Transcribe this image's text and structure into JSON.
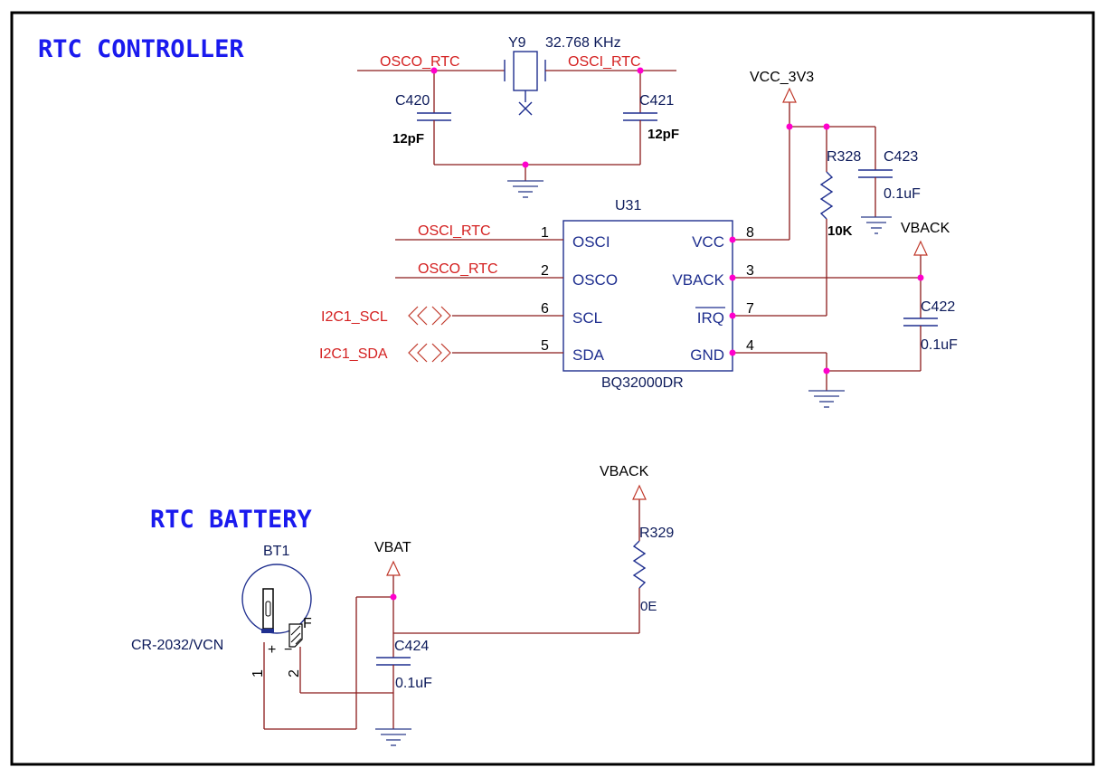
{
  "sections": {
    "controller_title": "RTC CONTROLLER",
    "battery_title": "RTC BATTERY"
  },
  "crystal": {
    "ref": "Y9",
    "value": "32.768 KHz",
    "net_left": "OSCO_RTC",
    "net_right": "OSCI_RTC"
  },
  "caps": {
    "c420": {
      "ref": "C420",
      "value": "12pF"
    },
    "c421": {
      "ref": "C421",
      "value": "12pF"
    },
    "c423": {
      "ref": "C423",
      "value": "0.1uF"
    },
    "c422": {
      "ref": "C422",
      "value": "0.1uF"
    },
    "c424": {
      "ref": "C424",
      "value": "0.1uF"
    }
  },
  "resistors": {
    "r328": {
      "ref": "R328",
      "value": "10K"
    },
    "r329": {
      "ref": "R329",
      "value": "0E"
    }
  },
  "power": {
    "vcc": "VCC_3V3",
    "vback_top": "VBACK",
    "vback_bottom": "VBACK",
    "vbat": "VBAT"
  },
  "ic": {
    "ref": "U31",
    "part": "BQ32000DR",
    "left_pins": [
      {
        "num": "1",
        "name": "OSCI",
        "net": "OSCI_RTC"
      },
      {
        "num": "2",
        "name": "OSCO",
        "net": "OSCO_RTC"
      },
      {
        "num": "6",
        "name": "SCL",
        "net": "I2C1_SCL"
      },
      {
        "num": "5",
        "name": "SDA",
        "net": "I2C1_SDA"
      }
    ],
    "right_pins": [
      {
        "num": "8",
        "name": "VCC"
      },
      {
        "num": "3",
        "name": "VBACK"
      },
      {
        "num": "7",
        "name": "IRQ"
      },
      {
        "num": "4",
        "name": "GND"
      }
    ]
  },
  "battery": {
    "ref": "BT1",
    "part": "CR-2032/VCN",
    "pin1": "1",
    "pin2": "2",
    "plus": "+",
    "minus": "−",
    "mark": "F"
  }
}
